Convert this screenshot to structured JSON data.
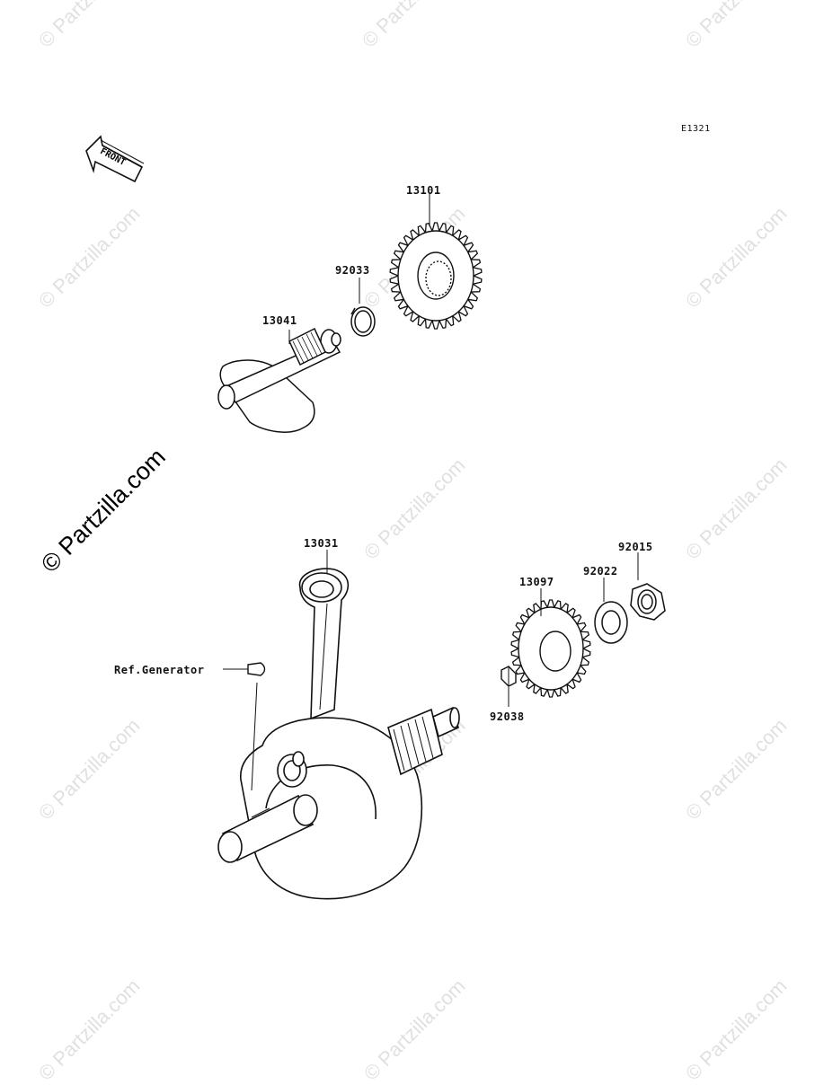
{
  "diagram_code": "E1321",
  "front_label": "FRONT",
  "watermark": "© Partzilla.com",
  "parts": {
    "p13101": "13101",
    "p92033": "92033",
    "p13041": "13041",
    "p13031": "13031",
    "p13097": "13097",
    "p92022": "92022",
    "p92015": "92015",
    "p92038": "92038",
    "ref_generator": "Ref.Generator"
  }
}
